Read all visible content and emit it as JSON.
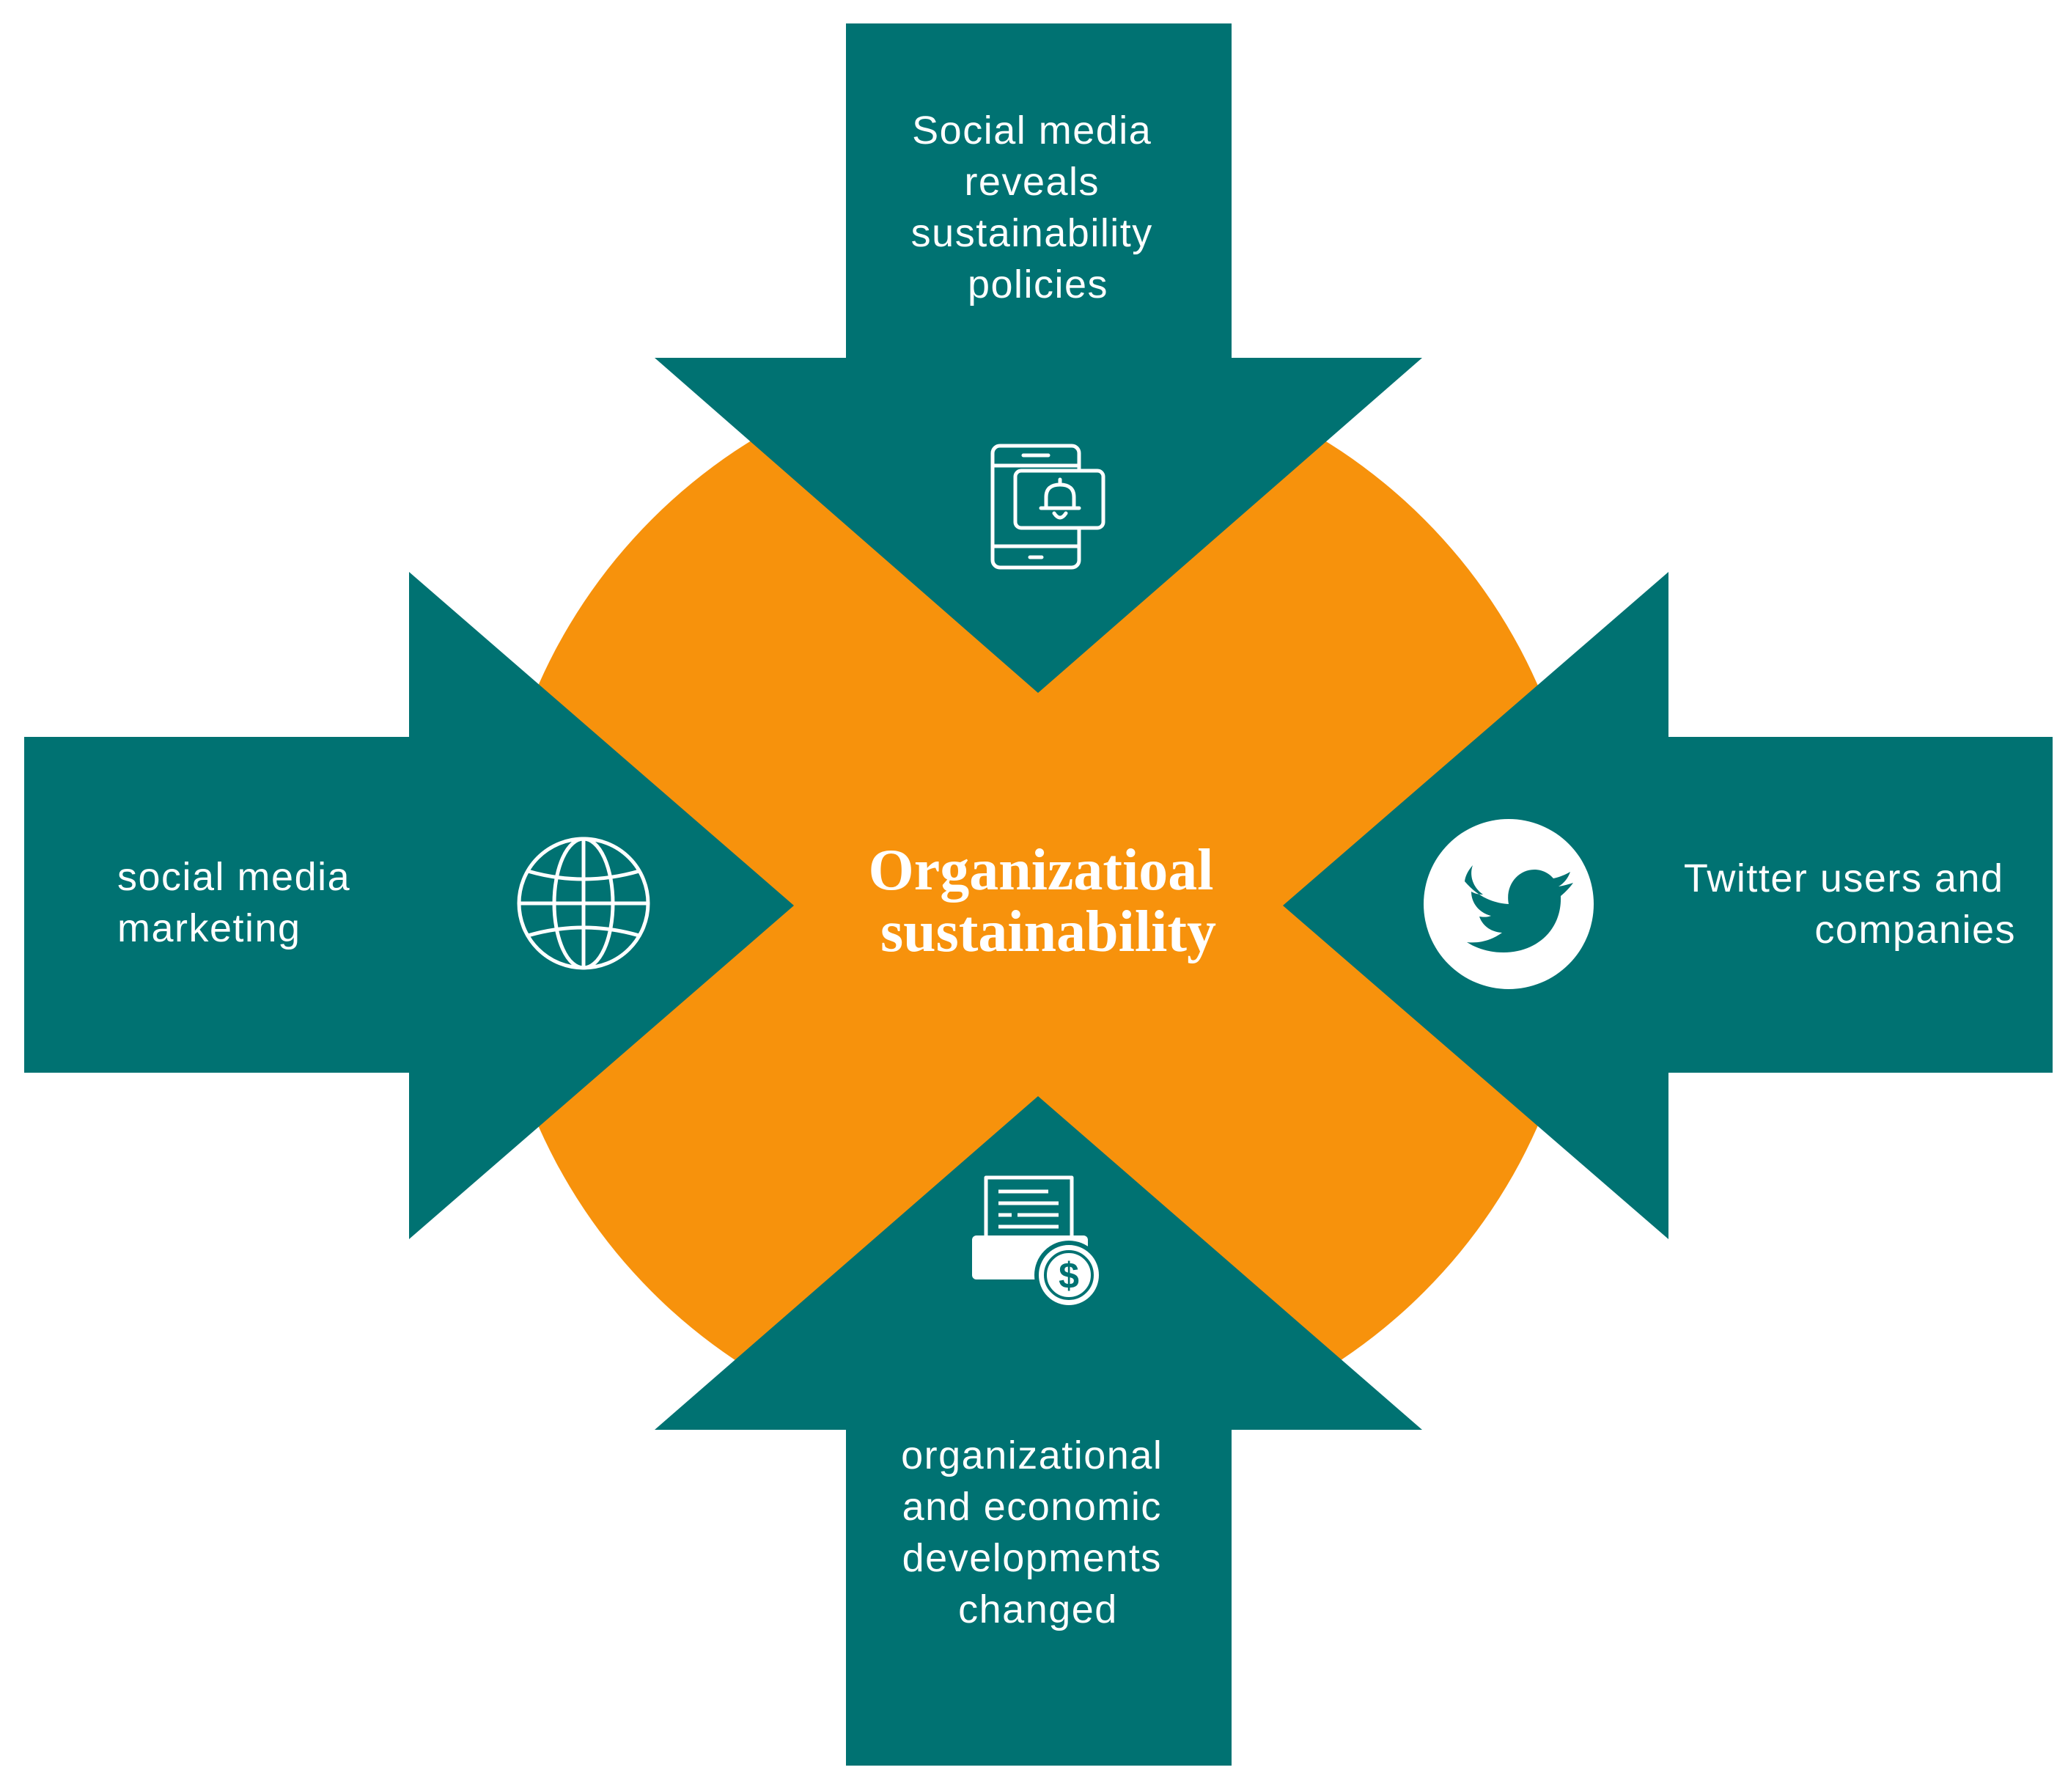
{
  "center": {
    "title_line1": "Organizatioal",
    "title_line2": "sustainability"
  },
  "arrows": {
    "top": {
      "lines": [
        "Social media",
        "reveals",
        "sustainability",
        "policies"
      ],
      "icon": "phone-notification-bell-icon"
    },
    "left": {
      "lines": [
        "social media",
        "marketing"
      ],
      "icon": "globe-icon"
    },
    "right": {
      "lines": [
        "Twitter users and",
        "companies"
      ],
      "icon": "twitter-bird-icon"
    },
    "bottom": {
      "lines": [
        "organizational",
        "and economic",
        "developments",
        "changed"
      ],
      "icon": "document-dollar-icon"
    }
  },
  "colors": {
    "arrow": "#007272",
    "circle": "#F7920C",
    "text": "#FFFFFF"
  }
}
